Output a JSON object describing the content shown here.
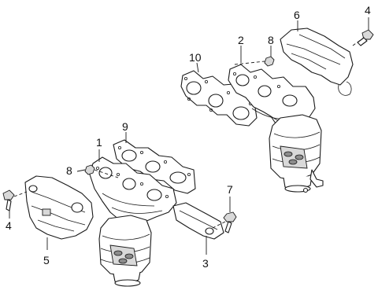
{
  "callouts": {
    "c1": "1",
    "c2": "2",
    "c3": "3",
    "c4_left": "4",
    "c4_right": "4",
    "c5": "5",
    "c6": "6",
    "c7": "7",
    "c8_left": "8",
    "c8_right": "8",
    "c9": "9",
    "c10": "10"
  }
}
